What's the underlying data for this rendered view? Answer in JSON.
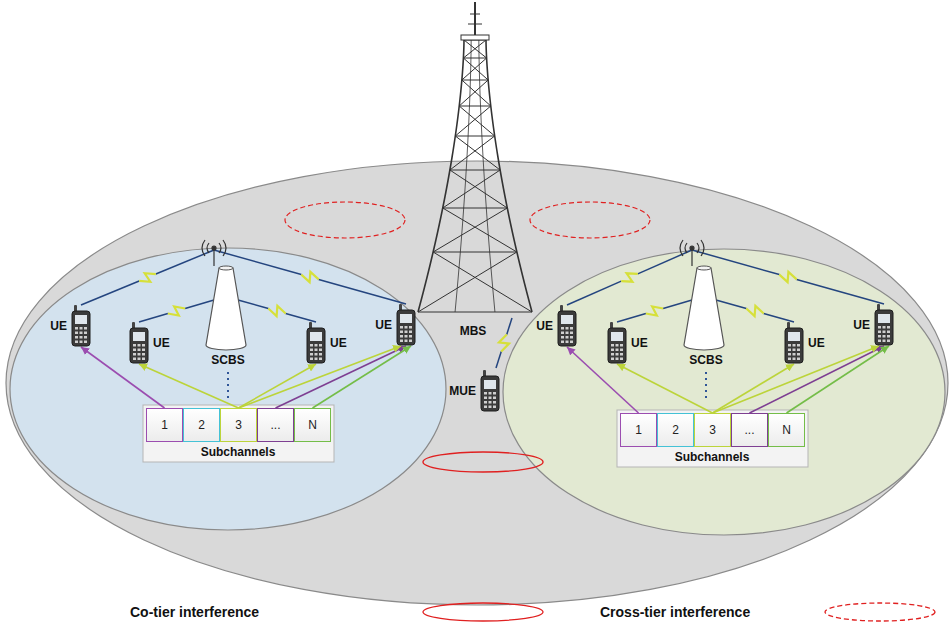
{
  "diagram": {
    "nodes": [
      {
        "text": [
          "UE"
        ]
      },
      {
        "text": [
          "UE"
        ]
      },
      {
        "text": [
          "UE"
        ]
      },
      {
        "text": [
          "UE"
        ]
      },
      {
        "text": [
          "1"
        ]
      },
      {
        "text": [
          "2"
        ]
      },
      {
        "text": [
          "3"
        ]
      },
      {
        "text": [
          "..."
        ]
      },
      {
        "text": [
          "N"
        ]
      },
      {
        "text": [
          "MUE"
        ]
      },
      {
        "text": [
          "UE"
        ]
      },
      {
        "text": [
          "UE"
        ]
      },
      {
        "text": [
          "UE"
        ]
      },
      {
        "text": [
          "UE"
        ]
      },
      {
        "text": [
          "1"
        ]
      },
      {
        "text": [
          "2"
        ]
      },
      {
        "text": [
          "3"
        ]
      },
      {
        "text": [
          "..."
        ]
      },
      {
        "text": [
          "N"
        ]
      }
    ],
    "edges": [
      {
        "from": 4,
        "to": 0,
        "arrow": "to"
      },
      {
        "from": 6,
        "to": 1,
        "arrow": "to"
      },
      {
        "from": 6,
        "to": 2,
        "arrow": "to"
      },
      {
        "from": 7,
        "to": 3,
        "arrow": "to"
      },
      {
        "from": 6,
        "to": 3,
        "arrow": "to"
      },
      {
        "from": 8,
        "to": 3,
        "arrow": "to"
      },
      {
        "from": 14,
        "to": 10,
        "arrow": "to"
      },
      {
        "from": 16,
        "to": 11,
        "arrow": "to"
      },
      {
        "from": 16,
        "to": 12,
        "arrow": "to"
      },
      {
        "from": 17,
        "to": 13,
        "arrow": "to"
      },
      {
        "from": 16,
        "to": 13,
        "arrow": "to"
      },
      {
        "from": 18,
        "to": 13,
        "arrow": "to"
      }
    ],
    "labels": [
      "SCBS",
      "MBS",
      "SCBS",
      "Subchannels",
      "Subchannels"
    ],
    "legend": [
      {
        "text": "Co-tier interference"
      },
      {
        "text": "Cross-tier interference"
      }
    ]
  }
}
